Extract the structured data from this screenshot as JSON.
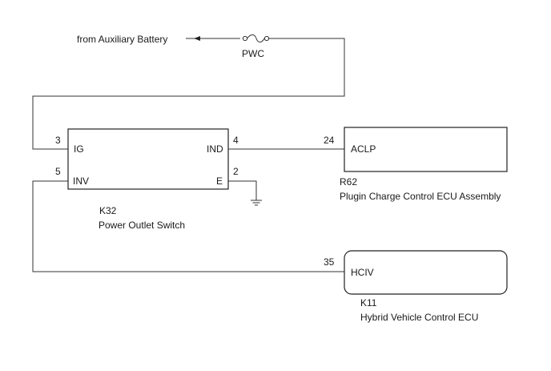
{
  "source": {
    "label": "from Auxiliary Battery"
  },
  "fuse": {
    "label": "PWC"
  },
  "switch": {
    "id": "K32",
    "name": "Power Outlet Switch",
    "pins": {
      "ig": {
        "number": "3",
        "label": "IG"
      },
      "ind": {
        "number": "4",
        "label": "IND"
      },
      "inv": {
        "number": "5",
        "label": "INV"
      },
      "e": {
        "number": "2",
        "label": "E"
      }
    }
  },
  "charge_ecu": {
    "id": "R62",
    "name": "Plugin Charge Control ECU Assembly",
    "pin": {
      "number": "24",
      "label": "ACLP"
    }
  },
  "hybrid_ecu": {
    "id": "K11",
    "name": "Hybrid Vehicle Control ECU",
    "pin": {
      "number": "35",
      "label": "HCIV"
    }
  },
  "colors": {
    "line": "#333333",
    "text": "#1a1a1a",
    "background": "#ffffff"
  }
}
